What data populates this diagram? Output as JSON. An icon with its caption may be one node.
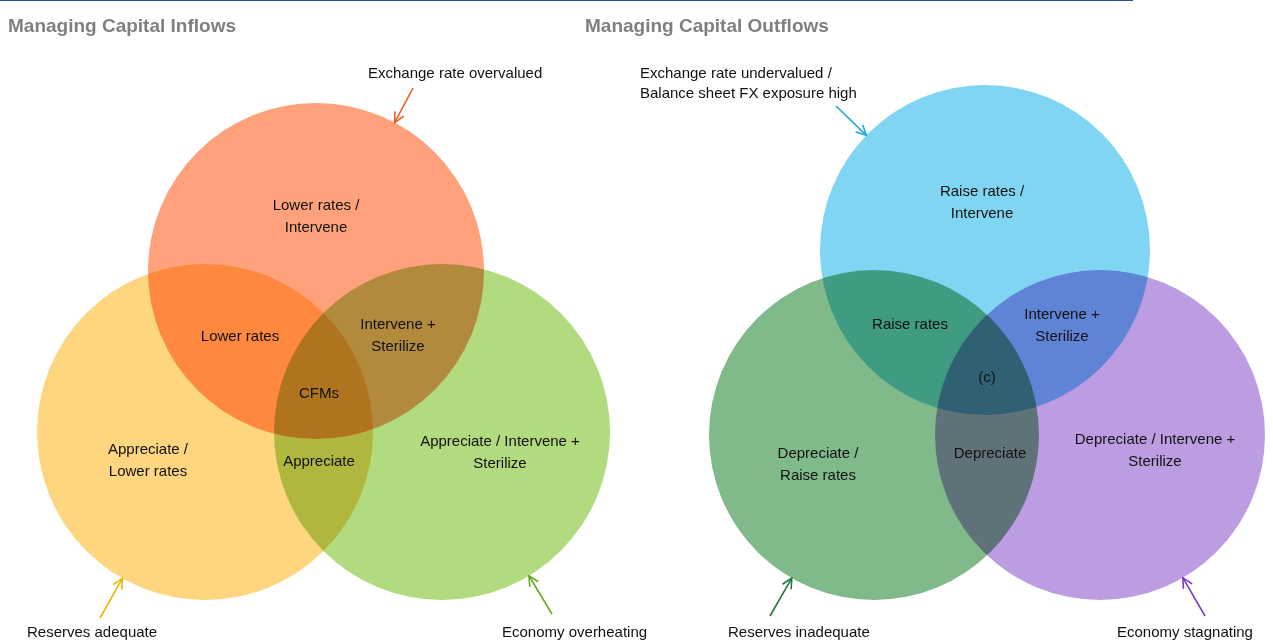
{
  "diagram": {
    "nodes": [
      {
        "text": [
          "Lower rates / Intervene"
        ]
      },
      {
        "text": [
          "Appreciate / Lower rates"
        ]
      },
      {
        "text": [
          "Appreciate / Intervene + Sterilize"
        ]
      },
      {
        "text": [
          "Exchange rate overvalued"
        ]
      },
      {
        "text": [
          "Reserves adequate"
        ]
      },
      {
        "text": [
          "Economy overheating"
        ]
      },
      {
        "text": [
          "Raise rates / Intervene"
        ]
      },
      {
        "text": [
          "Depreciate / Raise rates"
        ]
      },
      {
        "text": [
          "Depreciate / Intervene + Sterilize"
        ]
      },
      {
        "text": [
          "Exchange rate undervalued / Balance sheet FX exposure high"
        ]
      },
      {
        "text": [
          "Reserves inadequate"
        ]
      },
      {
        "text": [
          "Economy stagnating"
        ]
      }
    ],
    "edges": [
      {
        "from": 3,
        "to": 0,
        "arrow": "to",
        "color": "#f05a22"
      },
      {
        "from": 4,
        "to": 1,
        "arrow": "to",
        "color": "#f0b400"
      },
      {
        "from": 5,
        "to": 2,
        "arrow": "to",
        "color": "#6aaa1e"
      },
      {
        "from": 9,
        "to": 6,
        "arrow": "to",
        "color": "#1ea8e0"
      },
      {
        "from": 10,
        "to": 7,
        "arrow": "to",
        "color": "#1e7a3c"
      },
      {
        "from": 11,
        "to": 8,
        "arrow": "to",
        "color": "#7a3cc8"
      }
    ],
    "labels": [
      "Managing Capital Inflows",
      "Managing Capital Outflows",
      "Lower rates",
      "Intervene + Sterilize",
      "CFMs",
      "Appreciate",
      "Raise rates",
      "Intervene + Sterilize",
      "(c)",
      "Depreciate"
    ]
  }
}
